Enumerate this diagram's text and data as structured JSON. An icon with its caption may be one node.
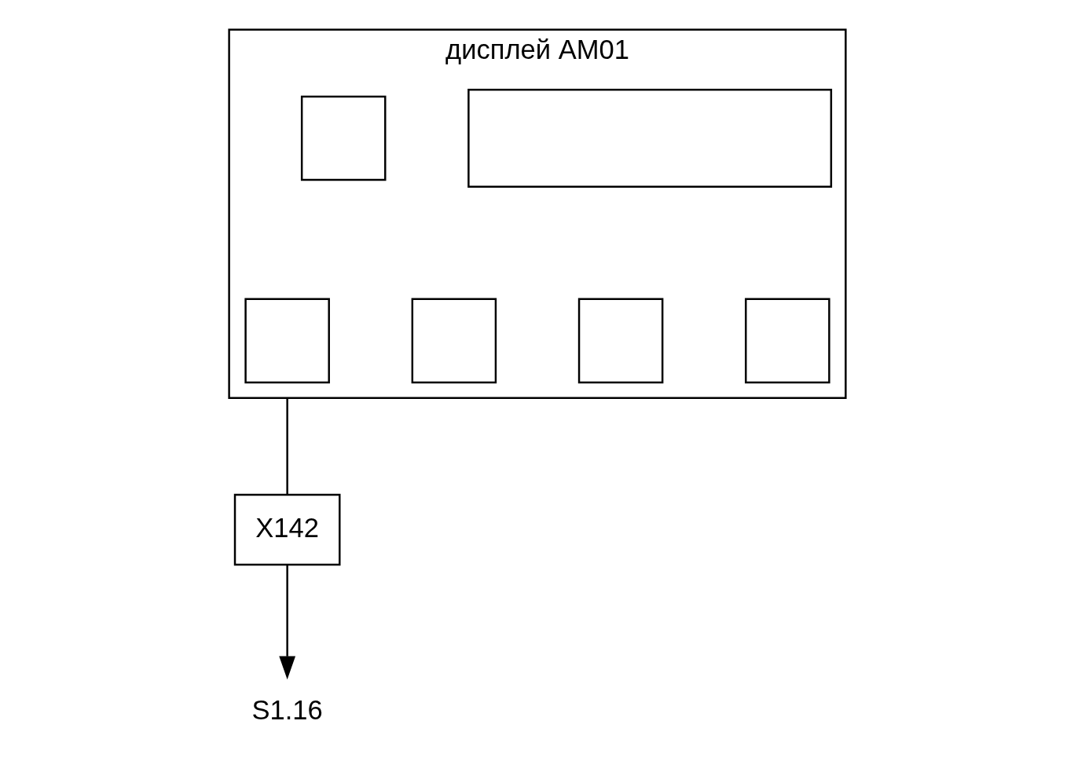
{
  "diagram": {
    "nodes": [
      {
        "text": [
          "дисплей AM01"
        ]
      },
      {
        "text": [],
        "shape": "box",
        "in": 0
      },
      {
        "text": [],
        "shape": "box",
        "in": 0
      },
      {
        "text": [],
        "shape": "box",
        "in": 0
      },
      {
        "text": [],
        "shape": "box",
        "in": 0
      },
      {
        "text": [],
        "shape": "box",
        "in": 0
      },
      {
        "text": [],
        "shape": "box",
        "in": 0
      },
      {
        "text": [
          "X142"
        ]
      },
      {
        "text": [
          "S1.16"
        ]
      }
    ],
    "edges": [
      {
        "from": 0,
        "to": 7,
        "arrow": "none"
      },
      {
        "from": 7,
        "to": 8,
        "arrow": "to"
      }
    ]
  }
}
